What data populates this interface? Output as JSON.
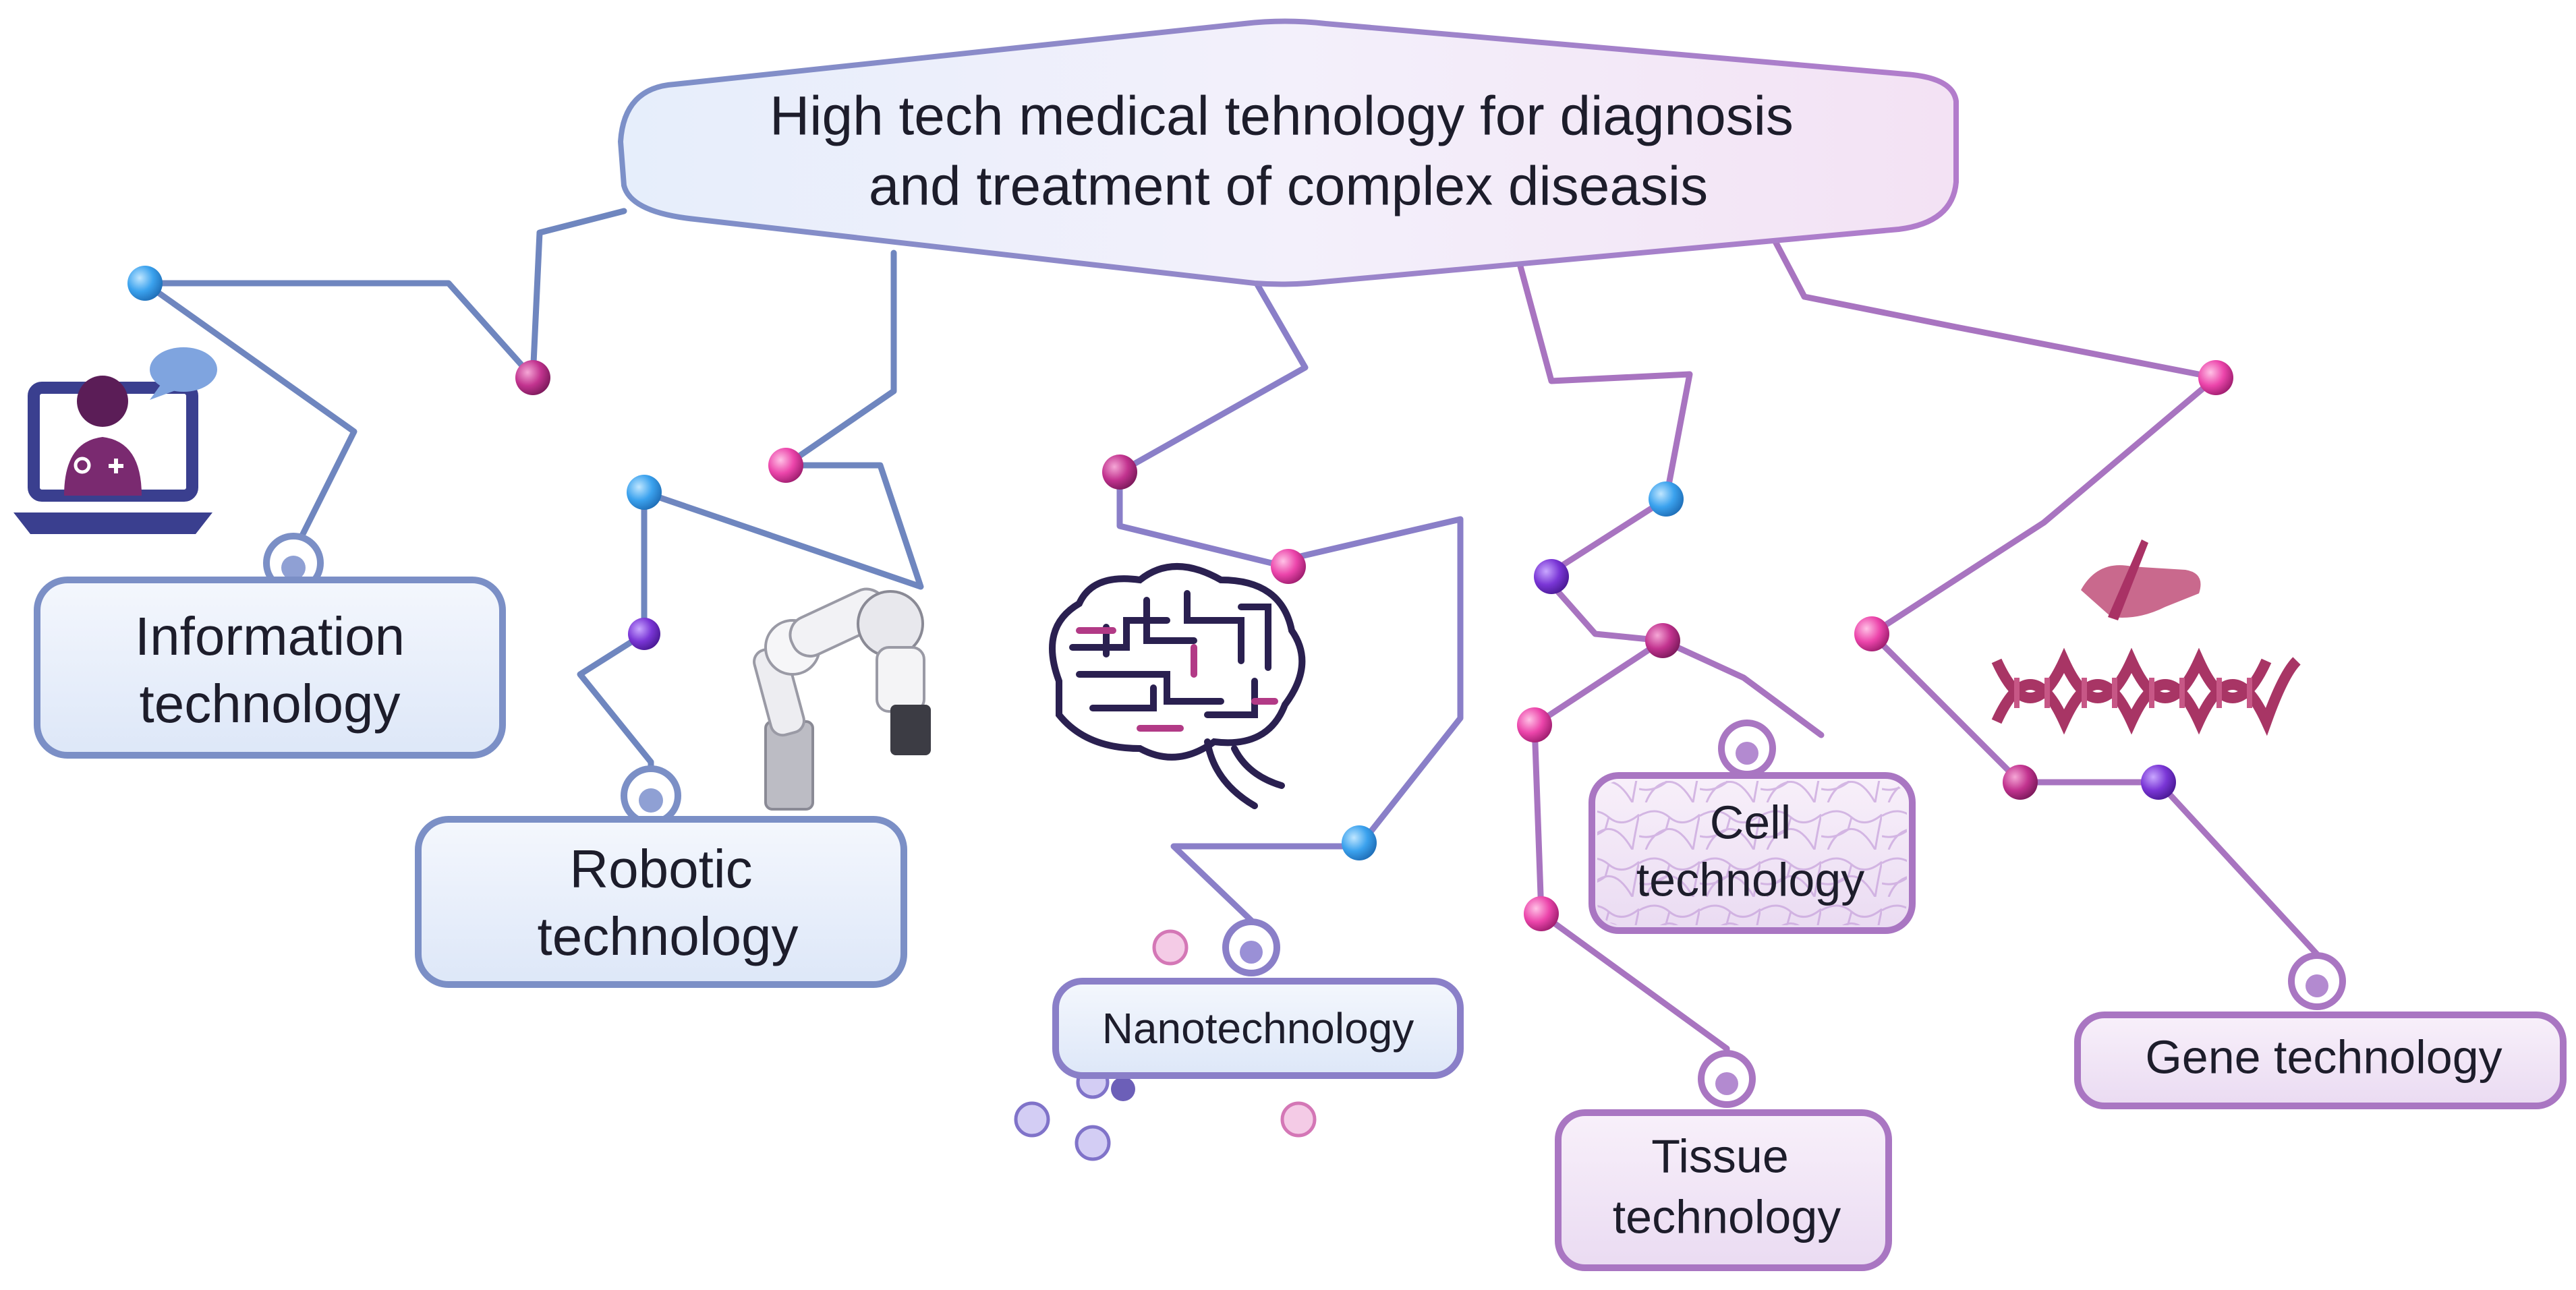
{
  "title": {
    "line1": "High tech medical tehnology for diagnosis",
    "line2": "and  treatment of complex diseasis"
  },
  "branches": [
    {
      "id": "information",
      "line1": "Information",
      "line2": "technology",
      "illustration": "telemedicine-laptop-icon"
    },
    {
      "id": "robotic",
      "line1": "Robotic",
      "line2": "technology",
      "illustration": "robotic-arm-icon"
    },
    {
      "id": "nano",
      "line1": "Nanotechnology",
      "illustration": "circuit-brain-icon"
    },
    {
      "id": "cell",
      "line1": "Cell",
      "line2": "technology",
      "illustration": "cell-mesh-texture"
    },
    {
      "id": "tissue",
      "line1": "Tissue",
      "line2": "technology"
    },
    {
      "id": "gene",
      "line1": "Gene technology",
      "illustration": "dna-helix-icon"
    }
  ],
  "colors": {
    "blue_line": "#6f86bf",
    "purple_line": "#a874c0",
    "node_blue": "#4aa8f0",
    "node_magenta": "#cc3a9a",
    "node_pink": "#e84aa8",
    "node_violet": "#7a3ad0",
    "box_fill_blue": "#e7eefb",
    "box_fill_purple": "#f1e4f6",
    "box_stroke_blue": "#7b8fc6",
    "box_stroke_purple": "#a976c2"
  }
}
